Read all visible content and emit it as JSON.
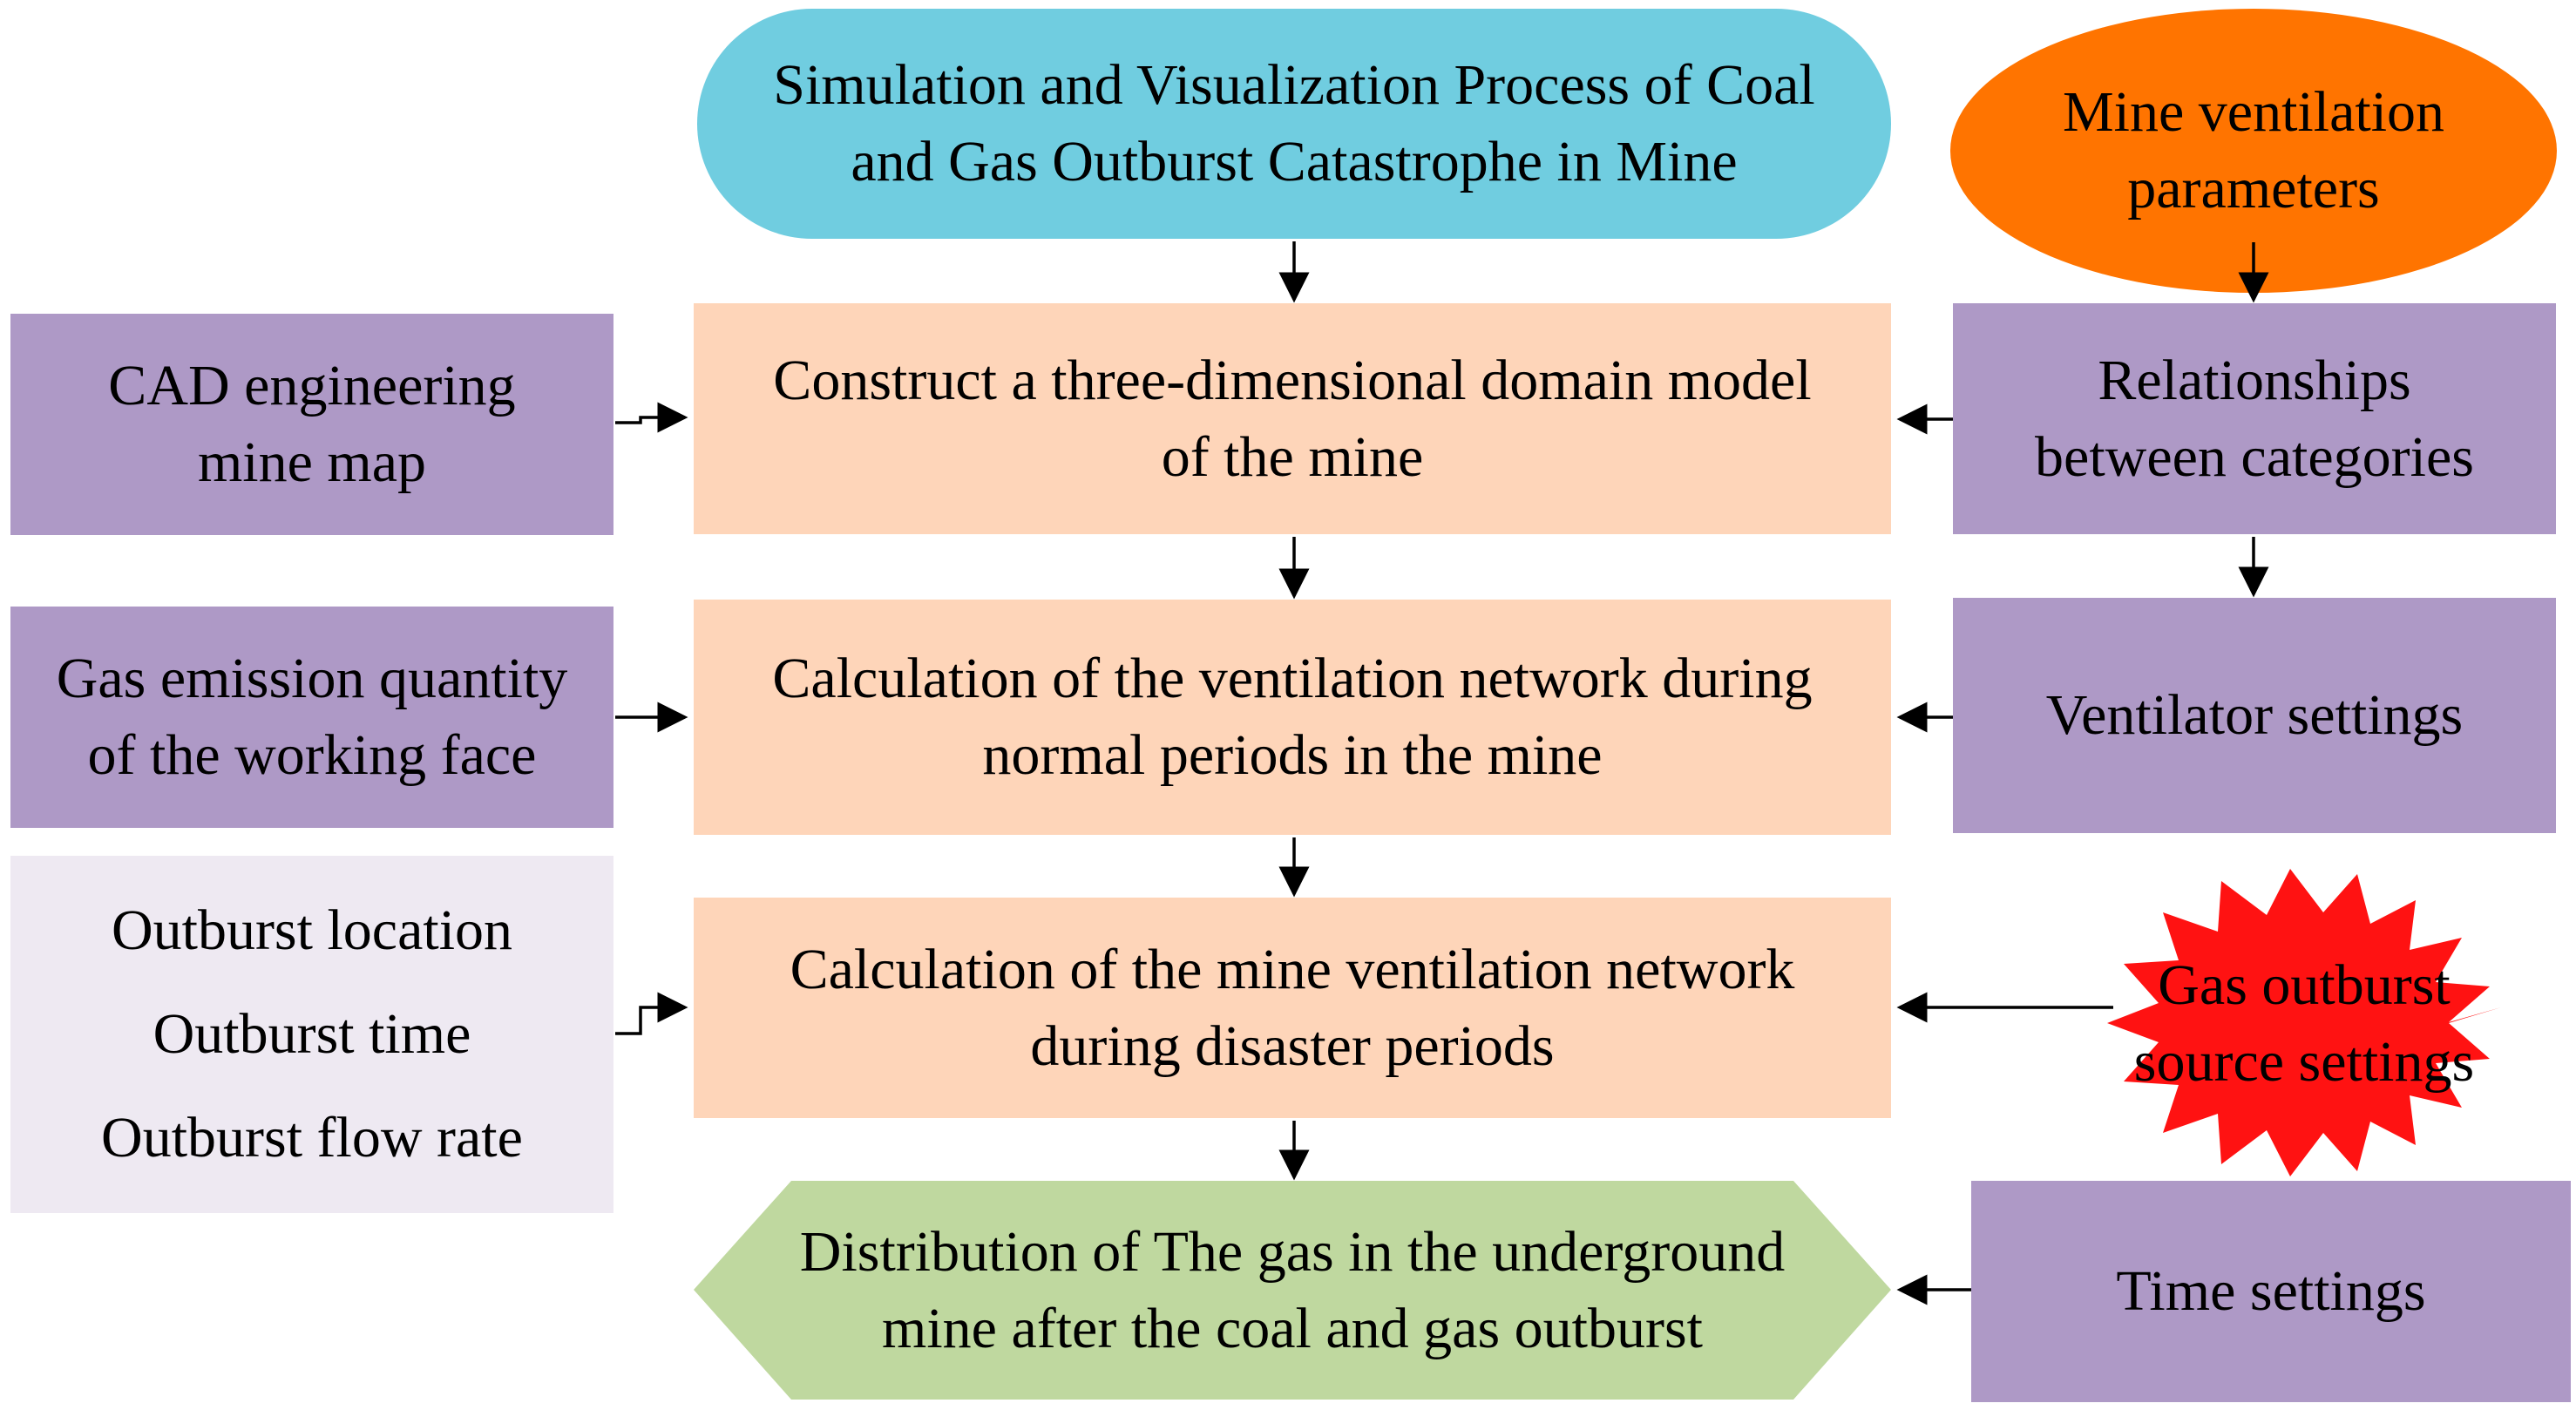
{
  "colors": {
    "start": "#70cde0",
    "ventilation_params": "#ff7400",
    "process": "#fed5b9",
    "input": "#ae99c6",
    "outburst_inputs": "#eee9f2",
    "burst": "#ff1212",
    "output": "#bfd89f",
    "arrow": "#000000"
  },
  "nodes": {
    "start": {
      "lines": [
        "Simulation and Visualization Process of Coal",
        "and Gas Outburst Catastrophe in Mine"
      ]
    },
    "ventilation_params": {
      "lines": [
        "Mine ventilation",
        "parameters"
      ]
    },
    "construct_model": {
      "lines": [
        "Construct a three-dimensional domain model",
        "of the mine"
      ]
    },
    "cad_map": {
      "lines": [
        "CAD engineering",
        "mine map"
      ]
    },
    "relationships": {
      "lines": [
        "Relationships",
        "between categories"
      ]
    },
    "normal_calc": {
      "lines": [
        "Calculation of the ventilation network during",
        "normal periods in the mine"
      ]
    },
    "gas_emission": {
      "lines": [
        "Gas emission quantity",
        "of the working face"
      ]
    },
    "ventilator": {
      "lines": [
        "Ventilator settings"
      ]
    },
    "disaster_calc": {
      "lines": [
        "Calculation of the mine ventilation network",
        "during disaster periods"
      ]
    },
    "outburst_inputs": {
      "items": [
        "Outburst location",
        "Outburst time",
        "Outburst flow rate"
      ]
    },
    "gas_source": {
      "lines": [
        "Gas outburst",
        "source settings"
      ]
    },
    "distribution": {
      "lines": [
        "Distribution of The gas in the underground",
        "mine after the coal and gas outburst"
      ]
    },
    "time_settings": {
      "lines": [
        "Time settings"
      ]
    }
  }
}
